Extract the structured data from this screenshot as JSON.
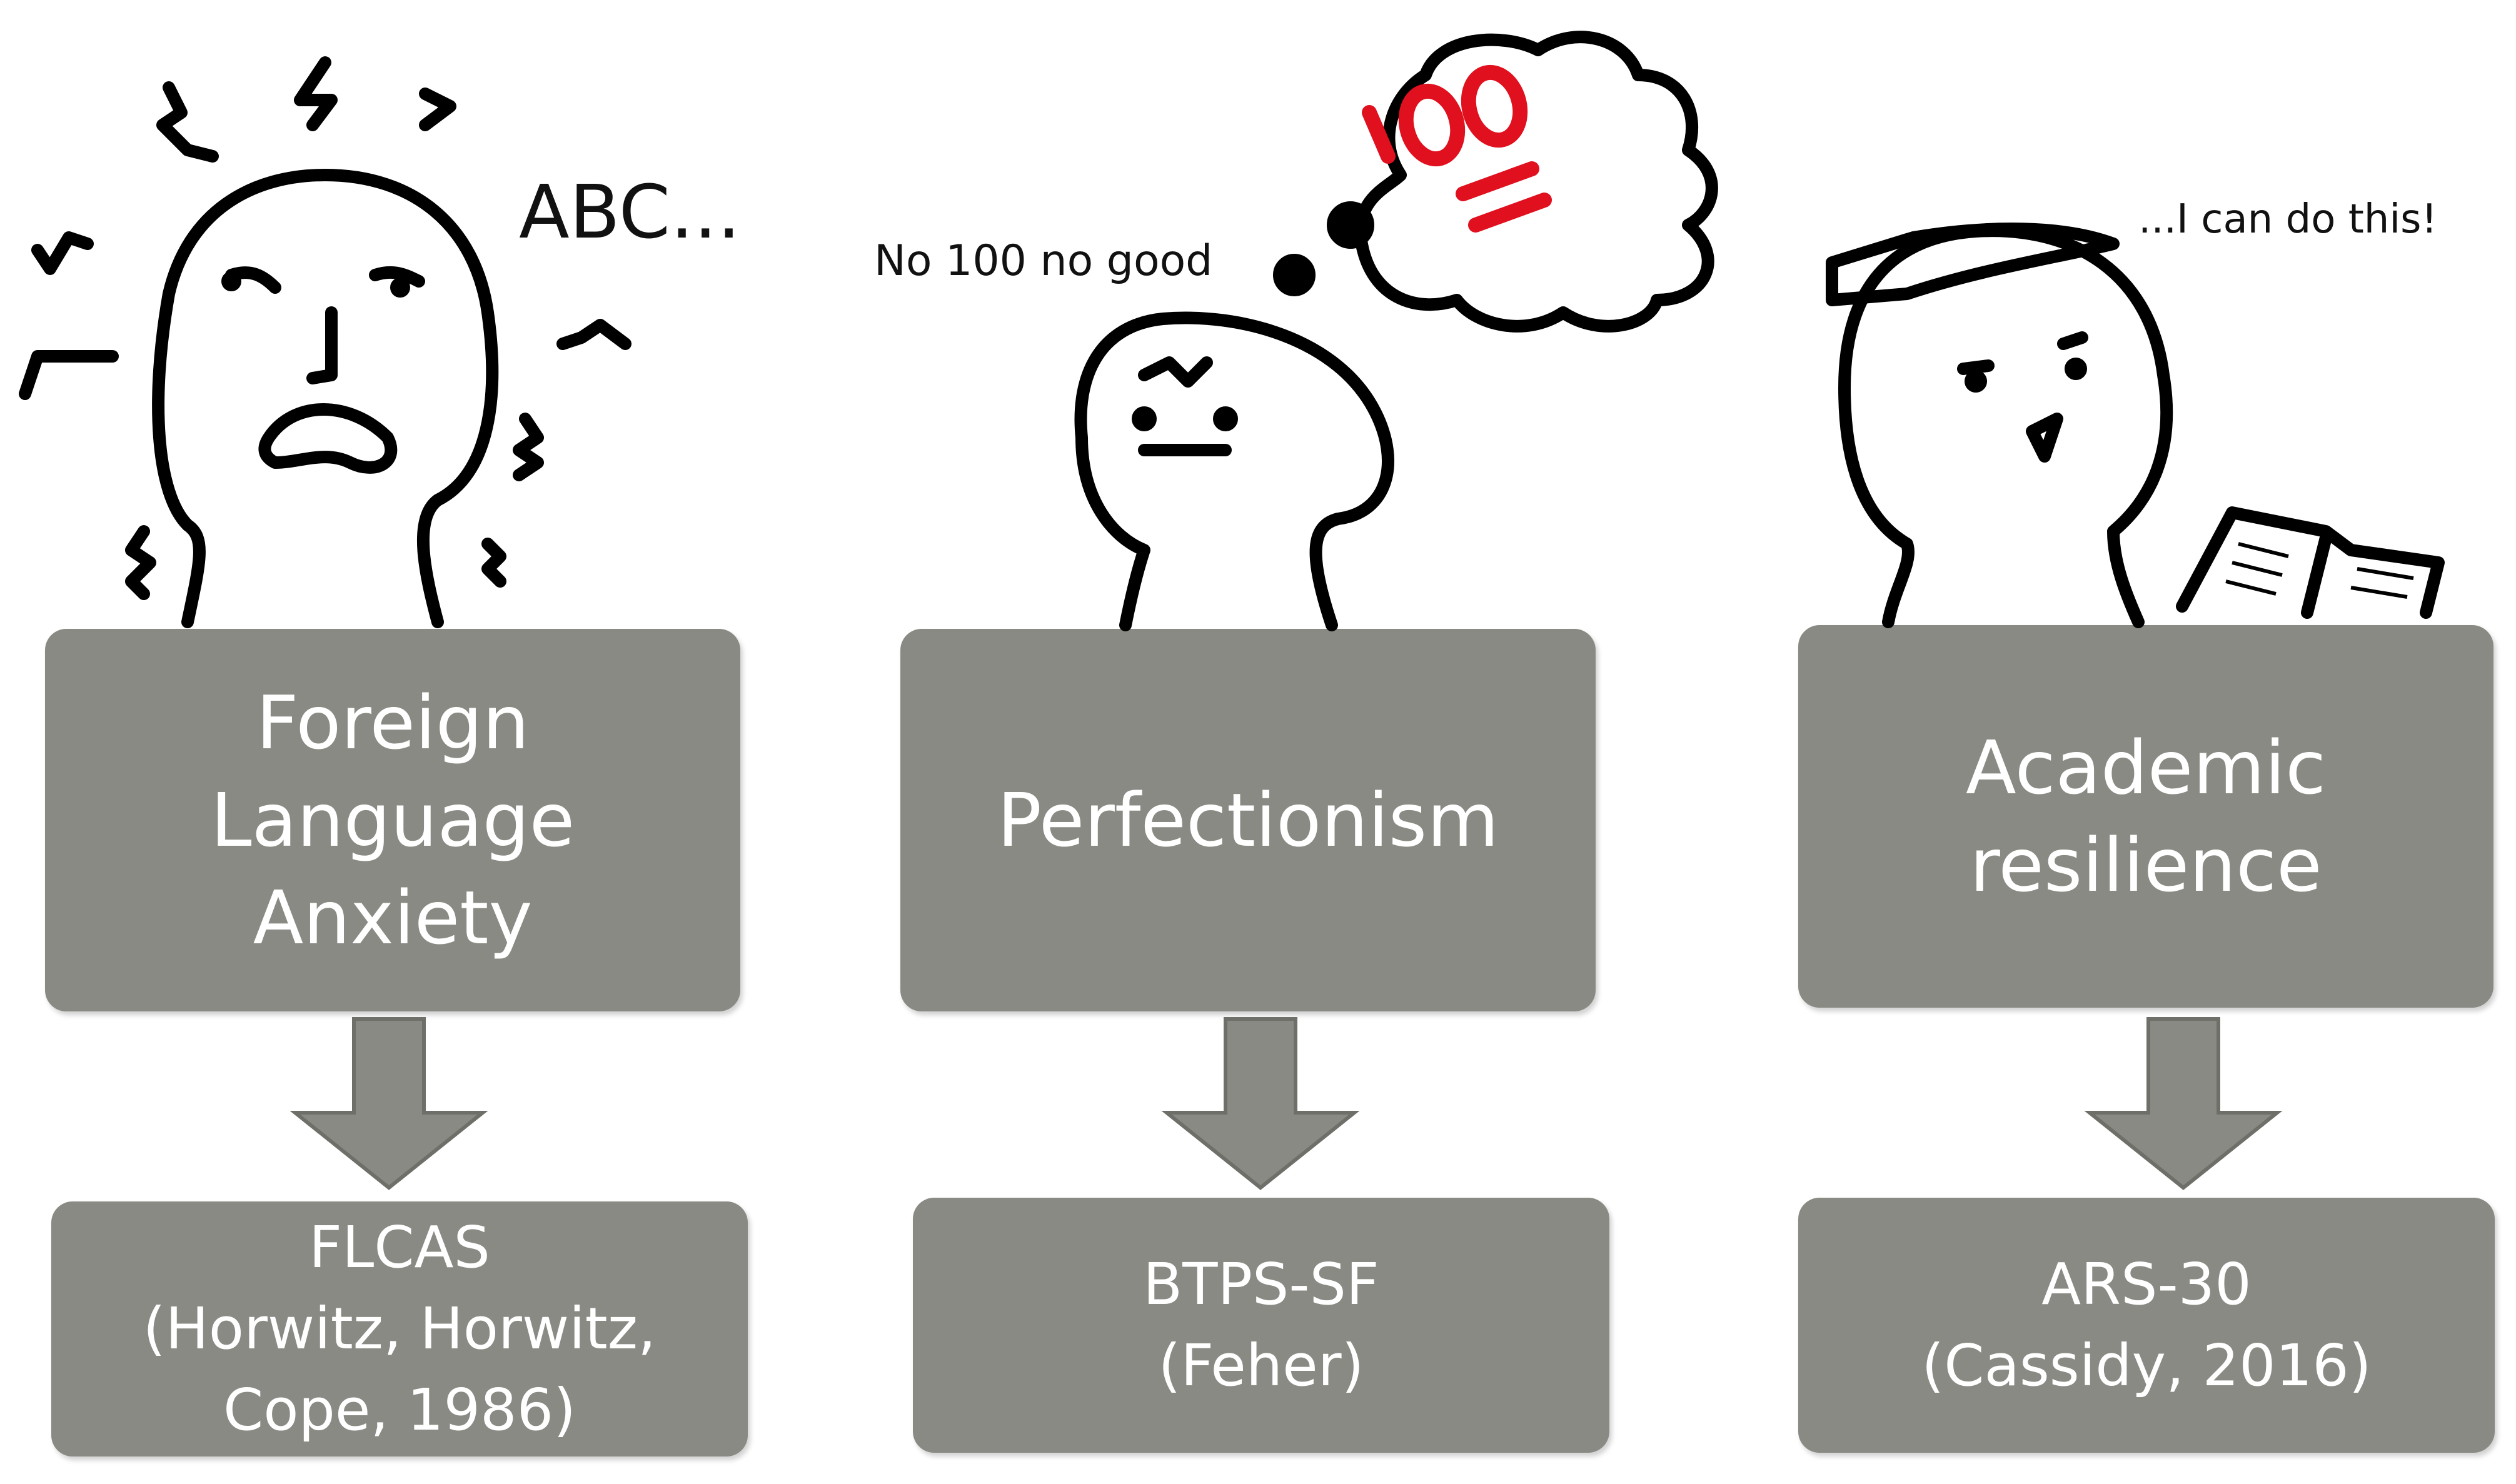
{
  "columns": [
    {
      "concept": "Foreign\nLanguage\nAnxiety",
      "instrument": "FLCAS\n(Horwitz, Horwitz,\nCope, 1986)"
    },
    {
      "concept": "Perfectionism",
      "instrument": "BTPS-SF\n(Feher)"
    },
    {
      "concept": "Academic\nresilience",
      "instrument": "ARS-30\n(Cassidy, 2016)"
    }
  ],
  "doodles": {
    "anxiety_text": "ABC...",
    "perfection_text": "No 100 no good",
    "thought_text": "100",
    "resilience_text": "...I can do this!"
  },
  "colors": {
    "box": "#8a8a84",
    "arrow": "#8a8a84",
    "thought": "#e0101e"
  }
}
